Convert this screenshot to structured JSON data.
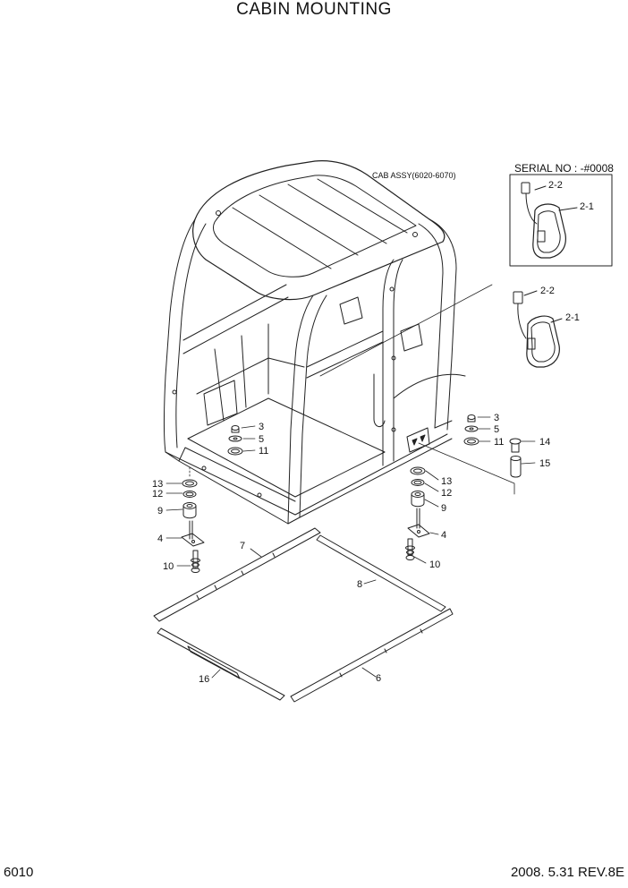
{
  "header": {
    "title": "CABIN MOUNTING"
  },
  "assembly_label": "CAB ASSY(6020-6070)",
  "serial_note": "SERIAL NO : -#0008",
  "callouts": {
    "c2_2a": "2-2",
    "c2_1a": "2-1",
    "c2_2b": "2-2",
    "c2_1b": "2-1",
    "c3a": "3",
    "c5a": "5",
    "c11a": "11",
    "c3b": "3",
    "c5b": "5",
    "c11b": "11",
    "c14": "14",
    "c15": "15",
    "c13a": "13",
    "c12a": "12",
    "c9a": "9",
    "c4a": "4",
    "c10a": "10",
    "c13b": "13",
    "c12b": "12",
    "c9b": "9",
    "c4b": "4",
    "c10b": "10",
    "c7": "7",
    "c8": "8",
    "c16": "16",
    "c6": "6"
  },
  "footer": {
    "page_code": "6010",
    "date_rev": "2008. 5.31  REV.8E"
  }
}
